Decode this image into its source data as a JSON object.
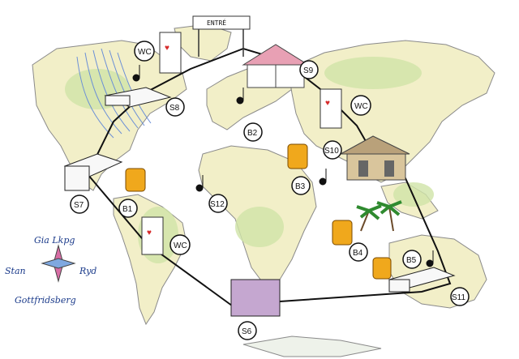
{
  "map": {
    "entrance_sign": "ENTRÉ",
    "stages": [
      {
        "id": "s7",
        "label": "S7"
      },
      {
        "id": "s8",
        "label": "S8"
      },
      {
        "id": "s9",
        "label": "S9"
      },
      {
        "id": "s10",
        "label": "S10"
      },
      {
        "id": "s11",
        "label": "S11"
      },
      {
        "id": "s12",
        "label": "S12"
      },
      {
        "id": "s6",
        "label": "S6"
      }
    ],
    "bars": [
      {
        "id": "b1",
        "label": "B1"
      },
      {
        "id": "b2",
        "label": "B2"
      },
      {
        "id": "b3",
        "label": "B3"
      },
      {
        "id": "b4",
        "label": "B4"
      },
      {
        "id": "b5",
        "label": "B5"
      }
    ],
    "toilets": [
      {
        "id": "wc1",
        "label": "WC"
      },
      {
        "id": "wc2",
        "label": "WC"
      },
      {
        "id": "wc3",
        "label": "WC"
      }
    ],
    "compass": {
      "north": "Gia Lkpg",
      "west": "Stan",
      "east": "Ryd",
      "south": "Gottfridsberg"
    },
    "colors": {
      "land": "#f2efc8",
      "land_green": "#cfe3a8",
      "ocean": "#ffffff",
      "route": "#111111",
      "beer": "#f0a81c",
      "tent": "#e8a0b4",
      "falls": "#6b8fd6"
    }
  }
}
